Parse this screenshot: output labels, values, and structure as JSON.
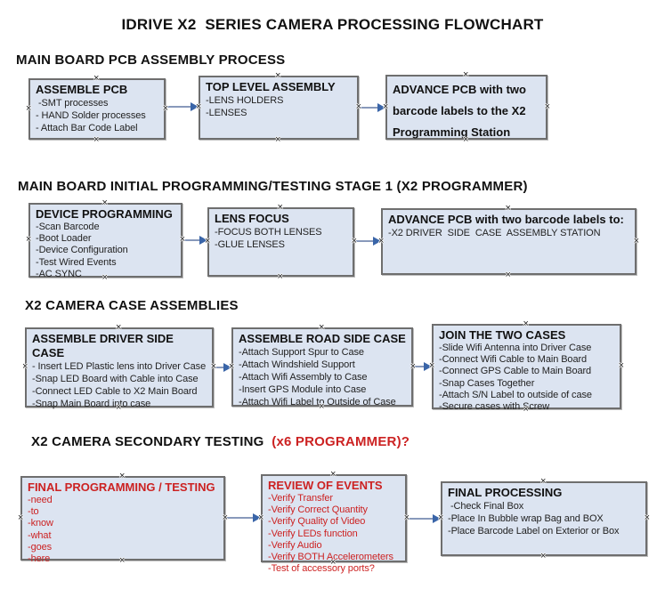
{
  "title": "IDRIVE X2  SERIES CAMERA PROCESSING FLOWCHART",
  "icons": {
    "anchor": "×"
  },
  "colors": {
    "red_text": "#cc2222",
    "box_fill": "#dce4f1",
    "box_border": "#6e6e6e",
    "arrow_line": "#8899bb",
    "arrow_head": "#3a65a8",
    "heading_text": "#111111"
  },
  "sections": [
    {
      "heading": "MAIN BOARD PCB ASSEMBLY PROCESS",
      "boxes": [
        {
          "title": "ASSEMBLE PCB",
          "items": [
            " -SMT processes",
            "- HAND Solder processes",
            "- Attach Bar Code Label"
          ]
        },
        {
          "title": "TOP LEVEL ASSEMBLY",
          "items": [
            "-LENS HOLDERS",
            "-LENSES"
          ]
        },
        {
          "title": "ADVANCE PCB with two barcode labels to the X2 Programming Station",
          "items": []
        }
      ]
    },
    {
      "heading": "MAIN BOARD INITIAL PROGRAMMING/TESTING STAGE 1 (X2 PROGRAMMER)",
      "boxes": [
        {
          "title": "DEVICE PROGRAMMING",
          "items": [
            "-Scan Barcode",
            "-Boot Loader",
            "-Device Configuration",
            "-Test Wired Events",
            "-AC SYNC"
          ]
        },
        {
          "title": "LENS FOCUS",
          "items": [
            "-FOCUS BOTH LENSES",
            "-GLUE LENSES"
          ]
        },
        {
          "title": "ADVANCE PCB with two barcode labels to:",
          "items": [
            "-X2 DRIVER  SIDE  CASE  ASSEMBLY STATION"
          ]
        }
      ]
    },
    {
      "heading": "X2 CAMERA CASE ASSEMBLIES",
      "boxes": [
        {
          "title": "ASSEMBLE DRIVER SIDE CASE",
          "items": [
            "- Insert LED Plastic lens into Driver Case",
            "-Snap LED Board with Cable into Case",
            "-Connect LED Cable to X2 Main Board",
            "-Snap Main Board into case"
          ]
        },
        {
          "title": "ASSEMBLE ROAD SIDE CASE",
          "items": [
            "-Attach Support Spur to Case",
            "-Attach Windshield Support",
            "-Attach Wifi Assembly to Case",
            "-Insert GPS Module into Case",
            "-Attach Wifi Label to Outside of Case"
          ]
        },
        {
          "title": "JOIN THE TWO CASES",
          "items": [
            "-Slide Wifi Antenna into Driver Case",
            "-Connect Wifi Cable to Main Board",
            "-Connect GPS Cable to Main Board",
            "-Snap Cases Together",
            "-Attach S/N Label to outside of case",
            "-Secure cases with Screw"
          ]
        }
      ]
    },
    {
      "heading": "X2 CAMERA SECONDARY TESTING",
      "heading_red": "  (x6 PROGRAMMER)?",
      "boxes": [
        {
          "title": "FINAL PROGRAMMING / TESTING",
          "items": [
            "-need",
            "-to",
            "-know",
            "-what",
            "-goes",
            "-here"
          ]
        },
        {
          "title": "REVIEW OF EVENTS",
          "items": [
            "-Verify Transfer",
            "-Verify Correct Quantity",
            "-Verify Quality of Video",
            "-Verify LEDs function",
            "-Verify Audio",
            "-Verify BOTH Accelerometers",
            "-Test of accessory ports?"
          ]
        },
        {
          "title": "FINAL PROCESSING",
          "items": [
            " -Check Final Box",
            "-Place In Bubble wrap Bag and BOX",
            "-Place Barcode Label on Exterior or Box"
          ]
        }
      ]
    }
  ]
}
